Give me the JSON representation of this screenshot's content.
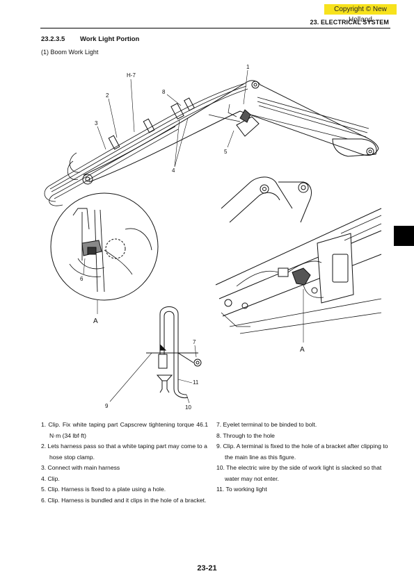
{
  "header": {
    "copyright": "Copyright © New Holland",
    "chapter": "23. ELECTRICAL SYSTEM"
  },
  "section": {
    "number": "23.2.3.5",
    "title": "Work Light Portion",
    "subheading": "(1)  Boom Work Light"
  },
  "figure": {
    "callouts": {
      "c1": "1",
      "h7": "H-7",
      "c2": "2",
      "c8": "8",
      "c3": "3",
      "c5": "5",
      "c4": "4",
      "c6": "6",
      "a_left": "A",
      "a_right": "A",
      "c7": "7",
      "c11": "11",
      "c9": "9",
      "c10": "10"
    }
  },
  "notes_left": [
    "1.  Clip.  Fix  white  taping  part  Capscrew  tightening torque 46.1 N·m (34 lbf·ft)",
    "2. Lets harness pass so that a white taping part may come to a hose stop clamp.",
    "3. Connect with main harness",
    "4. Clip.",
    "5. Clip. Harness is fixed to a plate using a hole.",
    "6. Clip. Harness  is bundled and it clips in the hole of a bracket."
  ],
  "notes_right": [
    "7. Eyelet terminal to be binded to bolt.",
    "8. Through to the hole",
    "9. Clip. A terminal is fixed to the hole of a bracket after clipping to the main line as this figure.",
    "10. The electric wire by the side of work light is slacked so that water may not enter.",
    "11. To working light"
  ],
  "page_number": "23-21"
}
